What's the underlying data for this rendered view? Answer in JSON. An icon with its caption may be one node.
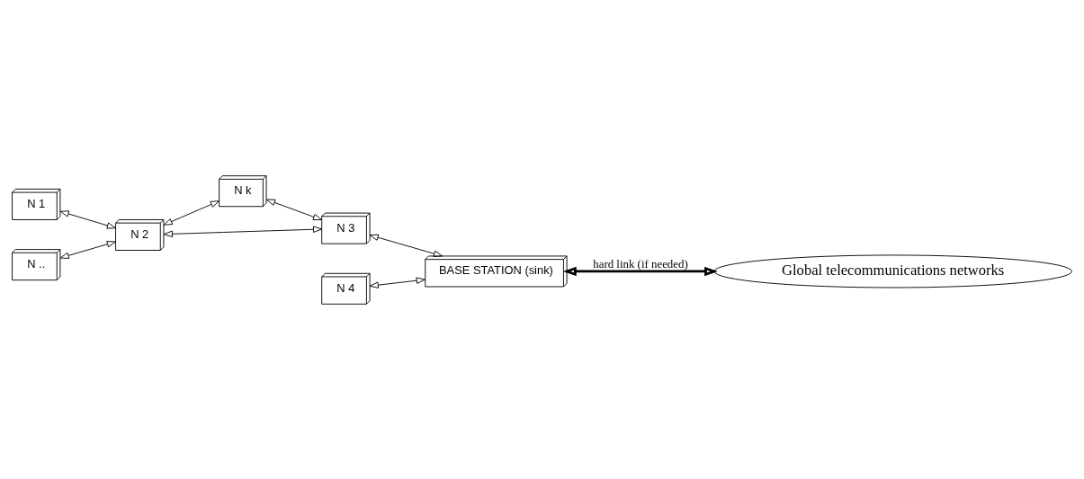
{
  "diagram": {
    "nodes": [
      {
        "text": [
          "N 1"
        ]
      },
      {
        "text": [
          "N 2"
        ]
      },
      {
        "text": [
          "N .."
        ]
      },
      {
        "text": [
          "N k"
        ]
      },
      {
        "text": [
          "N 3"
        ]
      },
      {
        "text": [
          "N 4"
        ]
      },
      {
        "text": [
          "BASE STATION (sink)"
        ]
      },
      {
        "text": [
          "Global telecommunications networks"
        ]
      }
    ],
    "edges": [
      {
        "from": 0,
        "to": 1,
        "arrow": "both"
      },
      {
        "from": 2,
        "to": 1,
        "arrow": "both"
      },
      {
        "from": 1,
        "to": 3,
        "arrow": "both"
      },
      {
        "from": 1,
        "to": 4,
        "arrow": "both"
      },
      {
        "from": 3,
        "to": 4,
        "arrow": "both"
      },
      {
        "from": 4,
        "to": 6,
        "arrow": "both"
      },
      {
        "from": 5,
        "to": 6,
        "arrow": "both"
      },
      {
        "from": 6,
        "to": 7,
        "arrow": "both",
        "label": "hard link (if needed)",
        "style": "thick"
      }
    ]
  }
}
